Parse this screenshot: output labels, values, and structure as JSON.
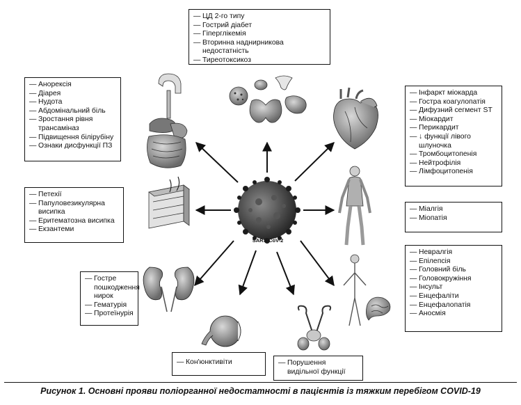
{
  "center": {
    "label": "SARS-CoV-2"
  },
  "groups": {
    "endocrine": [
      "ЦД 2-го типу",
      "Гострий діабет",
      "Гіперглікемія",
      "Вторинна наднирникова недостатність",
      "Тиреотоксикоз"
    ],
    "digestive": [
      "Анорексія",
      "Діарея",
      "Нудота",
      "Абдомінальний біль",
      "Зростання рівня трансаміназ",
      "Підвищення білірубіну",
      "Ознаки дисфункції ПЗ"
    ],
    "cardiac": [
      "Інфаркт міокарда",
      "Гостра коагулопатія",
      "Дифузний сегмент ST",
      "Міокардит",
      "Перикардит",
      "↓ функції лівого шлуночка",
      "Тромбоцитопенія",
      "Нейтрофілія",
      "Лімфоцитопенія"
    ],
    "skin": [
      "Петехії",
      "Папуловезикулярна висипка",
      "Еритематозна висипка",
      "Екзантеми"
    ],
    "muscle": [
      "Міалгія",
      "Міопатія"
    ],
    "kidney": [
      "Гостре пошкодження нирок",
      "Гематурія",
      "Протеїнурія"
    ],
    "neuro": [
      "Невралгія",
      "Епілепсія",
      "Головний біль",
      "Головокружіння",
      "Інсульт",
      "Енцефаліти",
      "Енцефалопатія",
      "Аносмія"
    ],
    "eye": [
      "Кон'юнктивіти"
    ],
    "reproductive": [
      "Порушення видільної функції"
    ]
  },
  "caption": "Рисунок 1. Основні прояви поліорганної недостатності в пацієнтів із тяжким перебігом COVID-19",
  "icons": [
    "virus-icon",
    "thyroid-icon",
    "gastro-icon",
    "heart-icon",
    "muscle-body-icon",
    "skin-icon",
    "nervous-system-icon",
    "kidney-icon",
    "eye-icon",
    "reproductive-icon"
  ]
}
